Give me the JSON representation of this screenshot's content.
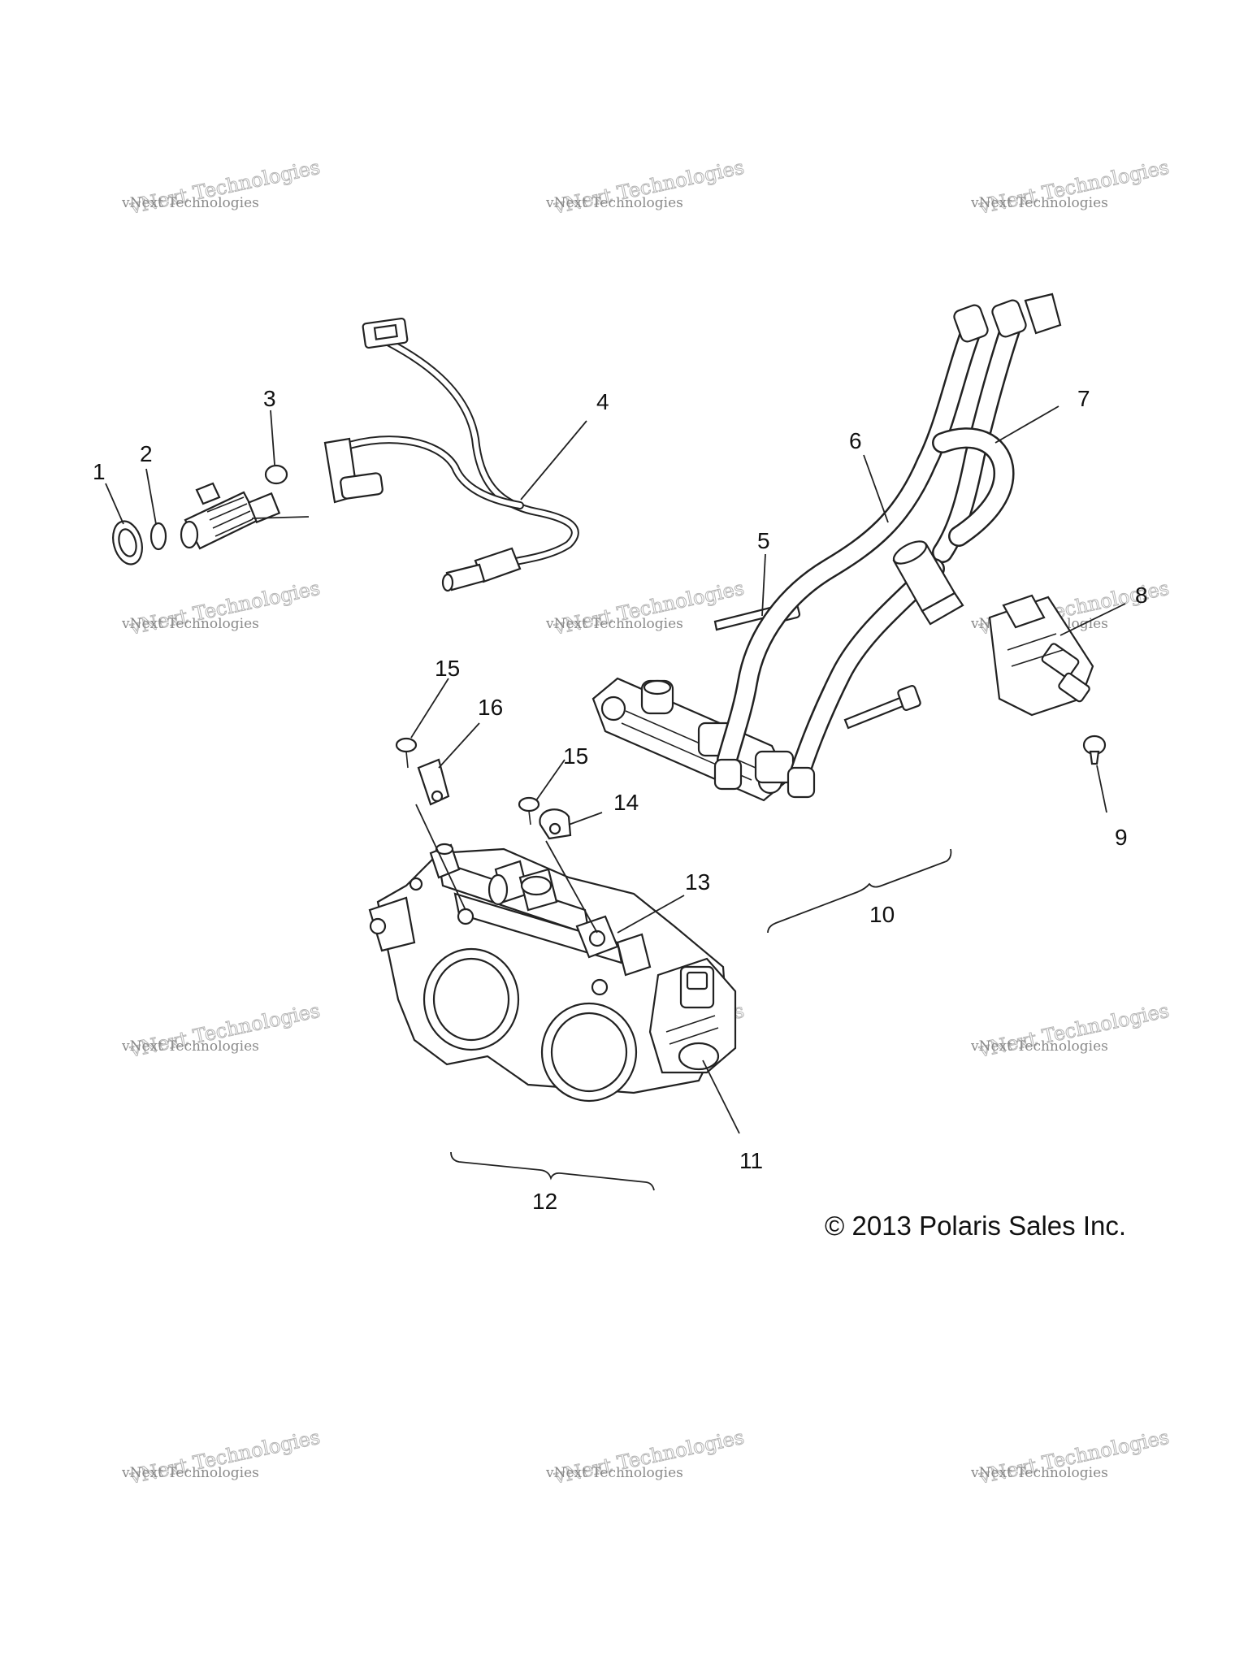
{
  "diagram": {
    "callouts": [
      {
        "id": "1",
        "label": "1"
      },
      {
        "id": "2",
        "label": "2"
      },
      {
        "id": "3",
        "label": "3"
      },
      {
        "id": "4",
        "label": "4"
      },
      {
        "id": "5",
        "label": "5"
      },
      {
        "id": "6",
        "label": "6"
      },
      {
        "id": "7",
        "label": "7"
      },
      {
        "id": "8",
        "label": "8"
      },
      {
        "id": "9",
        "label": "9"
      },
      {
        "id": "10",
        "label": "10"
      },
      {
        "id": "11",
        "label": "11"
      },
      {
        "id": "12",
        "label": "12"
      },
      {
        "id": "13",
        "label": "13"
      },
      {
        "id": "14",
        "label": "14"
      },
      {
        "id": "15a",
        "label": "15"
      },
      {
        "id": "15b",
        "label": "15"
      },
      {
        "id": "16",
        "label": "16"
      }
    ],
    "copyright": "© 2013 Polaris Sales Inc.",
    "watermark": {
      "line1": "vNext Technologies",
      "line2": "vNext Technologies"
    }
  }
}
